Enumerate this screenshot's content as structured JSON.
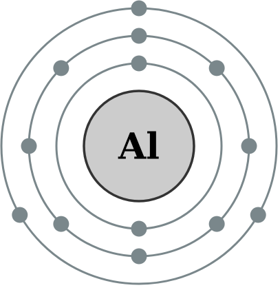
{
  "element": {
    "symbol": "Al"
  },
  "shells": [
    {
      "electrons": 2
    },
    {
      "electrons": 8
    },
    {
      "electrons": 3
    }
  ],
  "colors": {
    "orbit": "#7a878b",
    "electron": "#7a878b",
    "nucleus_fill": "#cccccc",
    "nucleus_stroke": "#333333",
    "symbol_text": "#000000",
    "background": "#ffffff"
  }
}
